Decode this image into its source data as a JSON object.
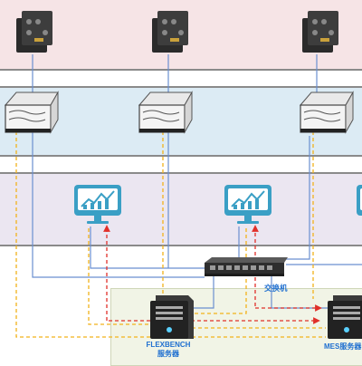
{
  "labels": {
    "switch": "交换机",
    "flexbench_line1": "FLEXBENCH",
    "flexbench_line2": "服务器",
    "mes": "MES服务器"
  },
  "colors": {
    "band_top": "#f6e4e6",
    "band_middle": "#dcebf4",
    "band_lower": "#ebe6f1",
    "server_zone": "#f1f4e6",
    "network_line": "#6a8fd0",
    "dashed_yellow": "#f2b21b",
    "dashed_red": "#e0302a",
    "monitor_teal": "#3a9fc5",
    "label_blue": "#1f6fd0"
  },
  "icons": {
    "top_devices": "controller-box-icon",
    "middle_devices": "test-rack-icon",
    "monitors": "monitor-chart-icon",
    "switch": "network-switch-icon",
    "servers": "server-tower-icon"
  }
}
